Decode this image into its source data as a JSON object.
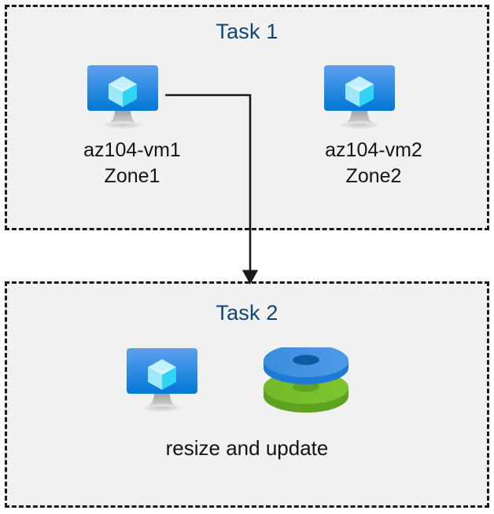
{
  "diagram": {
    "title_color": "#0f4675",
    "label_color": "#141414",
    "box_fill": "#f1f1f1",
    "box_border_color": "#1a1a1a",
    "connector_color": "#1a1a1a",
    "groups": [
      {
        "id": "task1",
        "title": "Task 1",
        "nodes": [
          {
            "id": "vm1",
            "icon": "virtual-machine-icon",
            "label": "az104-vm1\nZone1"
          },
          {
            "id": "vm2",
            "icon": "virtual-machine-icon",
            "label": "az104-vm2\nZone2"
          }
        ]
      },
      {
        "id": "task2",
        "title": "Task 2",
        "nodes": [
          {
            "id": "vm3",
            "icon": "virtual-machine-icon",
            "label": ""
          },
          {
            "id": "disk",
            "icon": "managed-disks-icon",
            "label": ""
          }
        ],
        "caption": "resize and update"
      }
    ],
    "connectors": [
      {
        "id": "vm1-to-task2",
        "from": "vm1",
        "to": "task2",
        "style": "elbow-arrow"
      }
    ],
    "icon_colors": {
      "vm_screen_top": "#5ea0ef",
      "vm_screen_bottom": "#0078d4",
      "vm_stand": "#a3a3a3",
      "vm_cube_light": "#c3f1ff",
      "vm_cube_mid": "#9fe7fb",
      "vm_cube_dark": "#32d4f5",
      "disk_blue_top": "#3b8ddd",
      "disk_blue_side": "#1e7ad4",
      "disk_blue_hole": "#0d5ba3",
      "disk_green_top": "#76bc2d",
      "disk_green_side": "#5ea320",
      "disk_green_hole": "#5ea320"
    }
  }
}
